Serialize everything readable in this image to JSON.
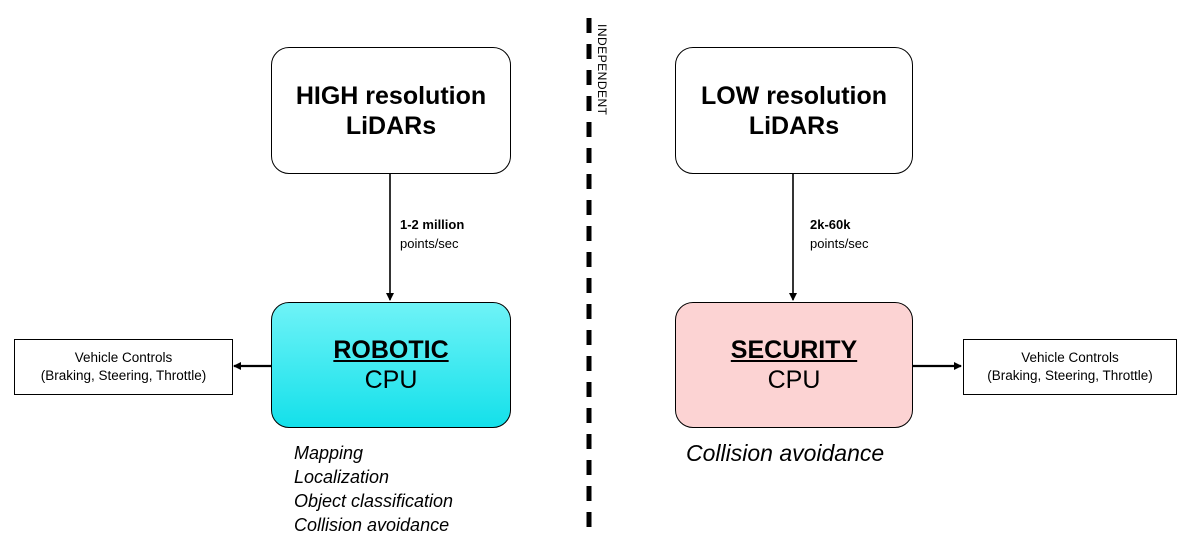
{
  "divider": {
    "label": "INDEPENDENT"
  },
  "left": {
    "lidar": {
      "line1": "HIGH resolution",
      "line2": "LiDARs"
    },
    "rate": {
      "value": "1-2 million",
      "unit": "points/sec"
    },
    "cpu": {
      "name": "ROBOTIC",
      "label": "CPU",
      "color": "#14e0ea"
    },
    "vehicle_controls": {
      "line1": "Vehicle Controls",
      "line2": "(Braking, Steering, Throttle)"
    },
    "tasks": [
      "Mapping",
      "Localization",
      "Object classification",
      "Collision avoidance"
    ]
  },
  "right": {
    "lidar": {
      "line1": "LOW resolution",
      "line2": "LiDARs"
    },
    "rate": {
      "value": "2k-60k",
      "unit": "points/sec"
    },
    "cpu": {
      "name": "SECURITY",
      "label": "CPU",
      "color": "#fcd3d3"
    },
    "vehicle_controls": {
      "line1": "Vehicle Controls",
      "line2": "(Braking, Steering, Throttle)"
    },
    "tasks": [
      "Collision avoidance"
    ]
  }
}
